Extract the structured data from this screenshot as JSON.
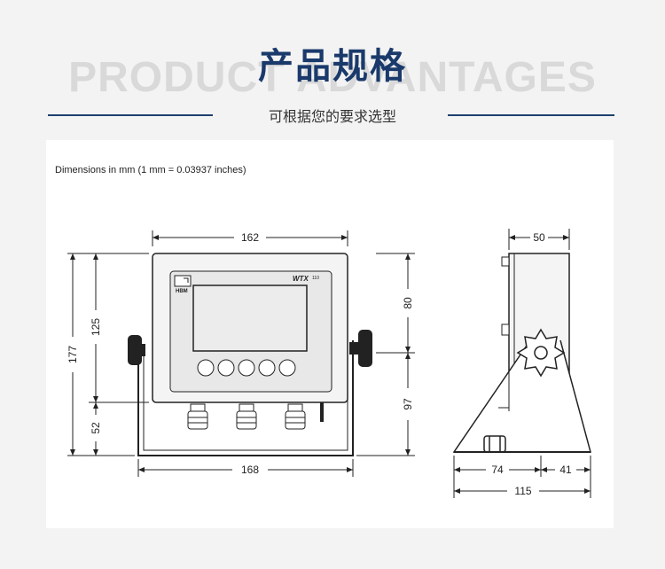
{
  "header": {
    "background_text": "PRODUCT ADVANTAGES",
    "title": "产品规格",
    "subtitle": "可根据您的要求选型"
  },
  "drawing": {
    "note": "Dimensions in mm (1 mm = 0.03937 inches)",
    "brand": "HBM",
    "model": "WTX",
    "model_number": "110",
    "dimensions": {
      "front_width_top": "162",
      "front_width_bottom": "168",
      "total_height": "177",
      "upper_height": "125",
      "lower_height": "52",
      "right_upper": "80",
      "right_lower": "97",
      "side_depth": "50",
      "base_front": "74",
      "base_back": "41",
      "base_total": "115"
    }
  },
  "colors": {
    "title": "#1a3a6b",
    "rule": "#1f3f6e",
    "device_face": "#e8e8e8",
    "screen": "#ececec"
  }
}
